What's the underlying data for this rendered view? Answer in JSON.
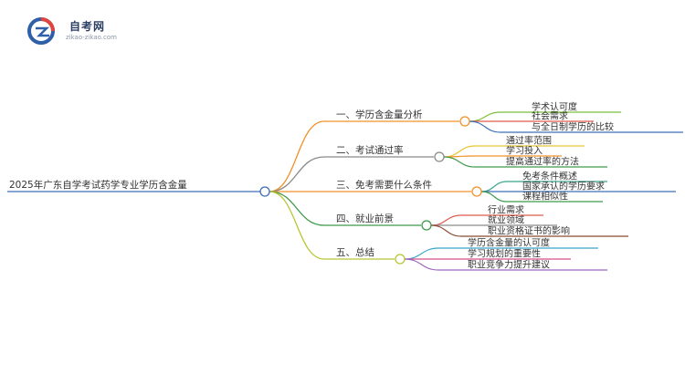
{
  "logo": {
    "brand": "自考网",
    "domain": "zikao-zikao.com"
  },
  "mindmap": {
    "root": "2025年广东自学考试药学专业学历含金量",
    "branches": [
      {
        "label": "一、学历含金量分析",
        "color": "#f0912a",
        "children": [
          {
            "label": "学术认可度",
            "color": "#7bbf3a"
          },
          {
            "label": "社会需求",
            "color": "#e05a4b"
          },
          {
            "label": "与全日制学历的比较",
            "color": "#3d6fb6"
          }
        ]
      },
      {
        "label": "二、考试通过率",
        "color": "#8a8a8a",
        "children": [
          {
            "label": "通过率范围",
            "color": "#e8c62f"
          },
          {
            "label": "学习投入",
            "color": "#f0912a"
          },
          {
            "label": "提高通过率的方法",
            "color": "#3d9a4a"
          }
        ]
      },
      {
        "label": "三、免考需要什么条件",
        "color": "#f0912a",
        "children": [
          {
            "label": "免考条件概述",
            "color": "#3aa58a"
          },
          {
            "label": "国家承认的学历要求",
            "color": "#3d6fb6"
          },
          {
            "label": "课程相似性",
            "color": "#3d9a4a"
          }
        ]
      },
      {
        "label": "四、就业前景",
        "color": "#3d9a4a",
        "children": [
          {
            "label": "行业需求",
            "color": "#e05a4b"
          },
          {
            "label": "就业领域",
            "color": "#8a8a8a"
          },
          {
            "label": "职业资格证书的影响",
            "color": "#8a4b35"
          }
        ]
      },
      {
        "label": "五、总结",
        "color": "#b7c531",
        "children": [
          {
            "label": "学历含金量的认可度",
            "color": "#3aa5c9"
          },
          {
            "label": "学习规划的重要性",
            "color": "#d94f8e"
          },
          {
            "label": "职业竞争力提升建议",
            "color": "#9a63c1"
          }
        ]
      }
    ]
  }
}
